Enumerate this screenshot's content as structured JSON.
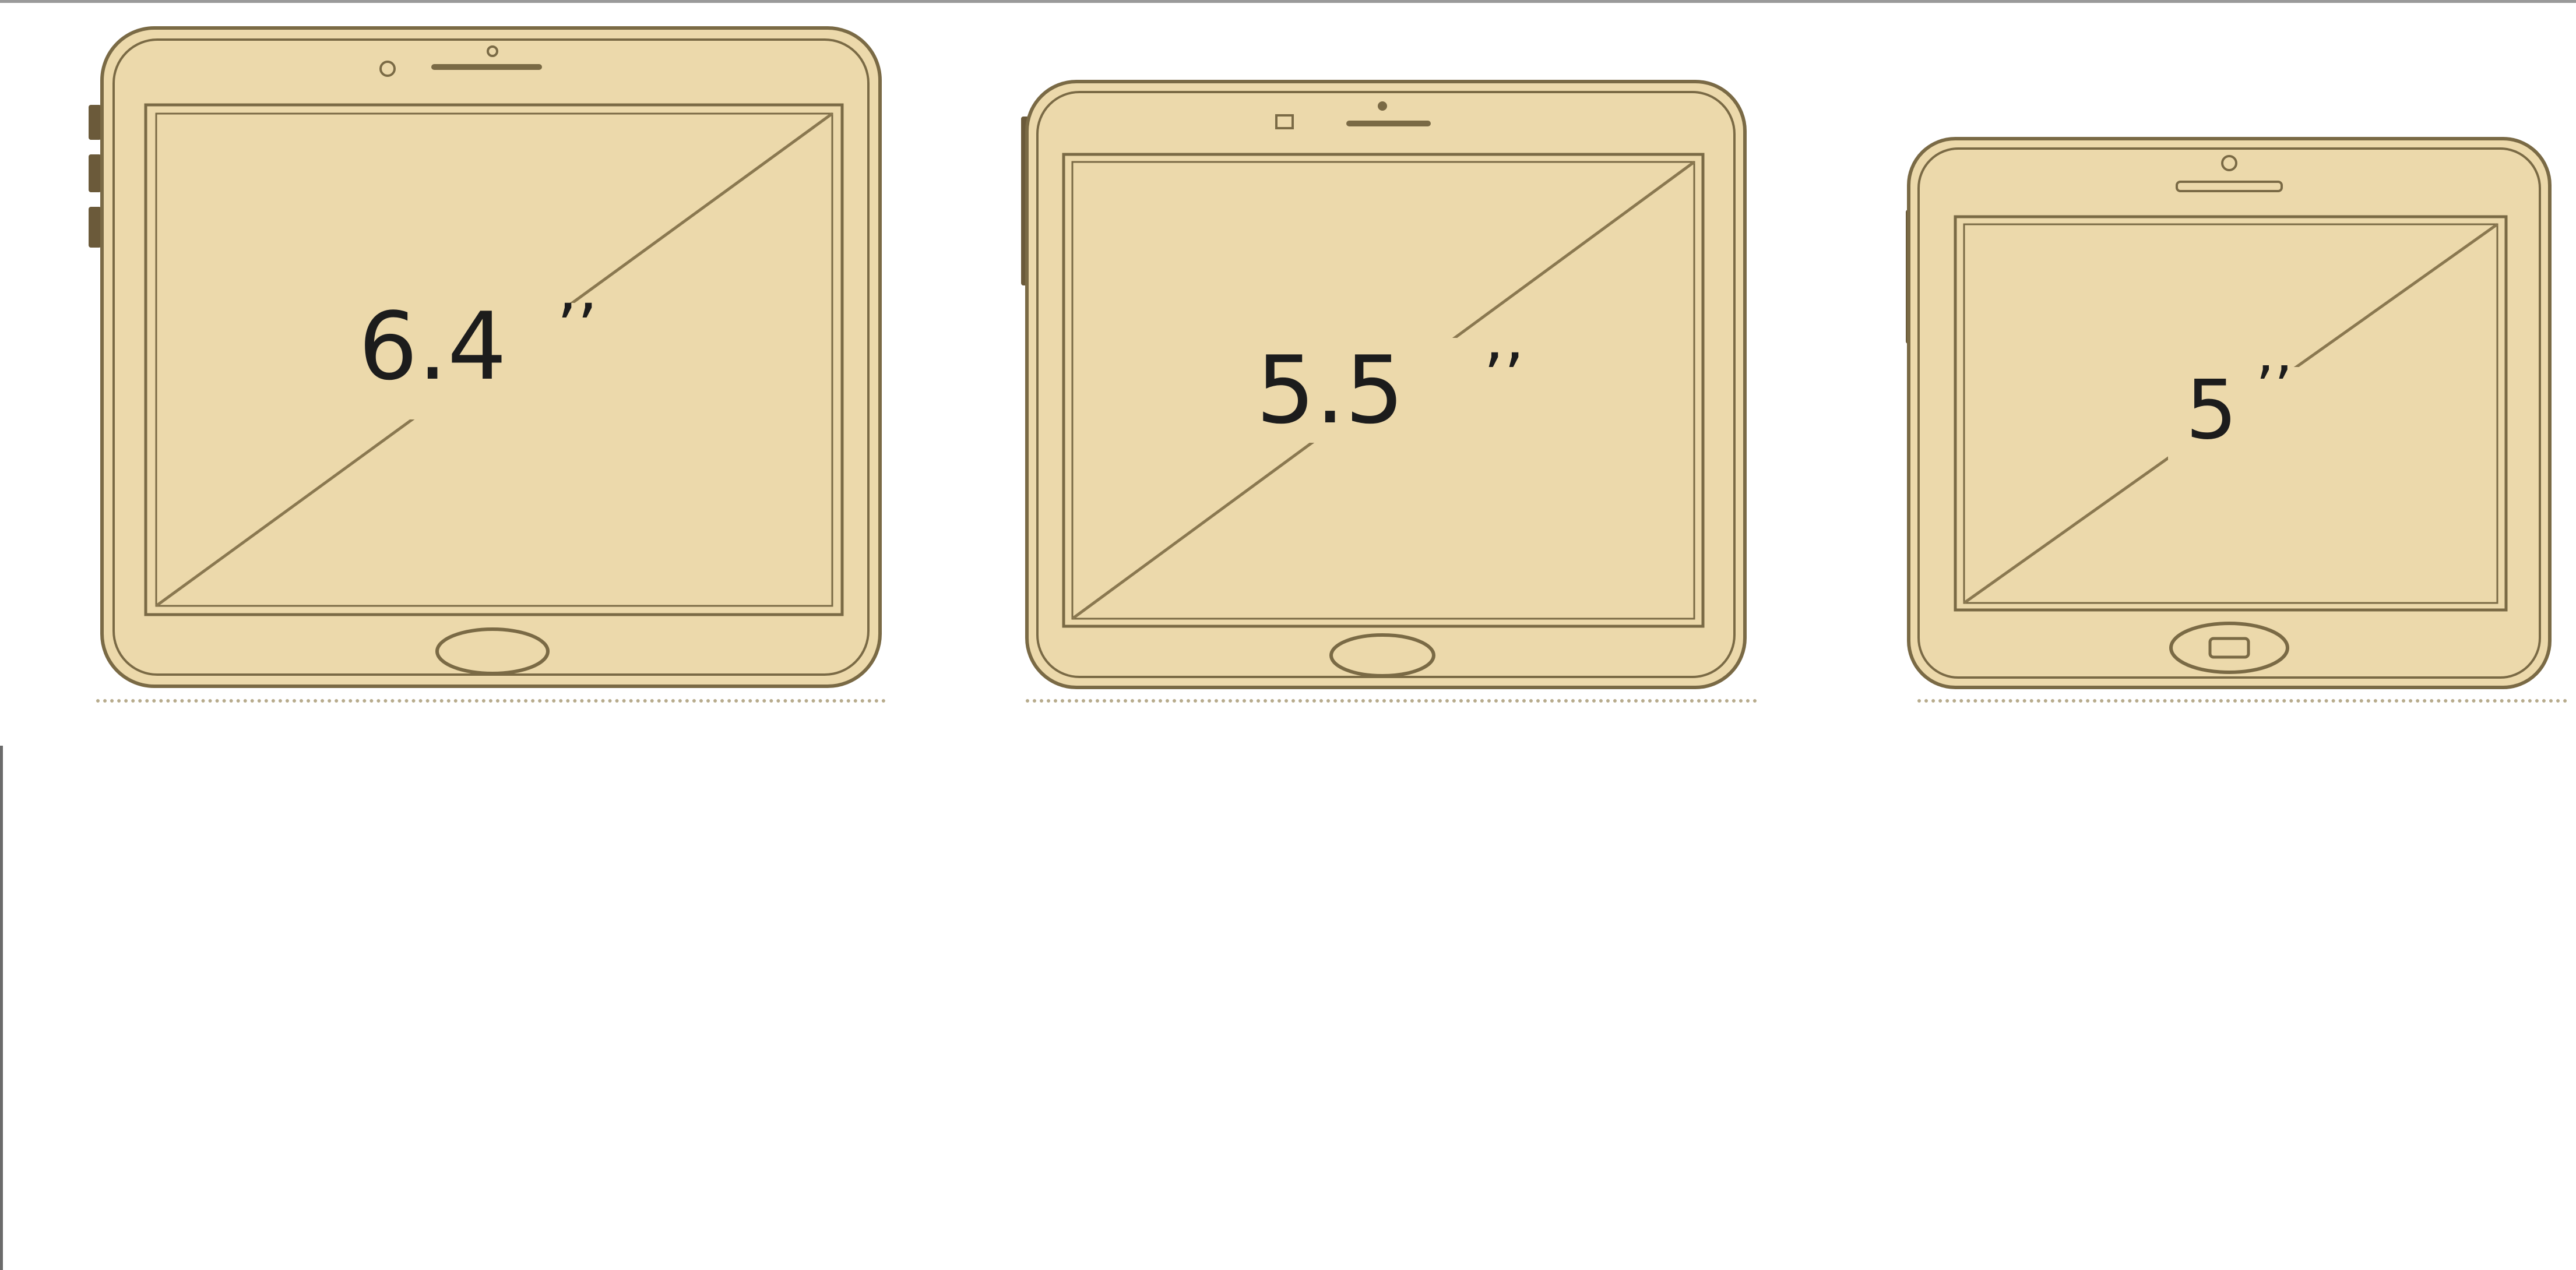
{
  "colors": {
    "body_fill": "#ecd9ab",
    "outline": "#7a6a45",
    "side_button": "#6b5a3a",
    "diagonal": "#8a7850",
    "label": "#1c1c1c",
    "background": "#ffffff"
  },
  "phones": [
    {
      "size_label": "6.4",
      "inch_mark": "’’",
      "home_button": "round"
    },
    {
      "size_label": "5.5",
      "inch_mark": "’’",
      "home_button": "round"
    },
    {
      "size_label": "5",
      "inch_mark": "’’",
      "home_button": "square-in-round"
    }
  ]
}
